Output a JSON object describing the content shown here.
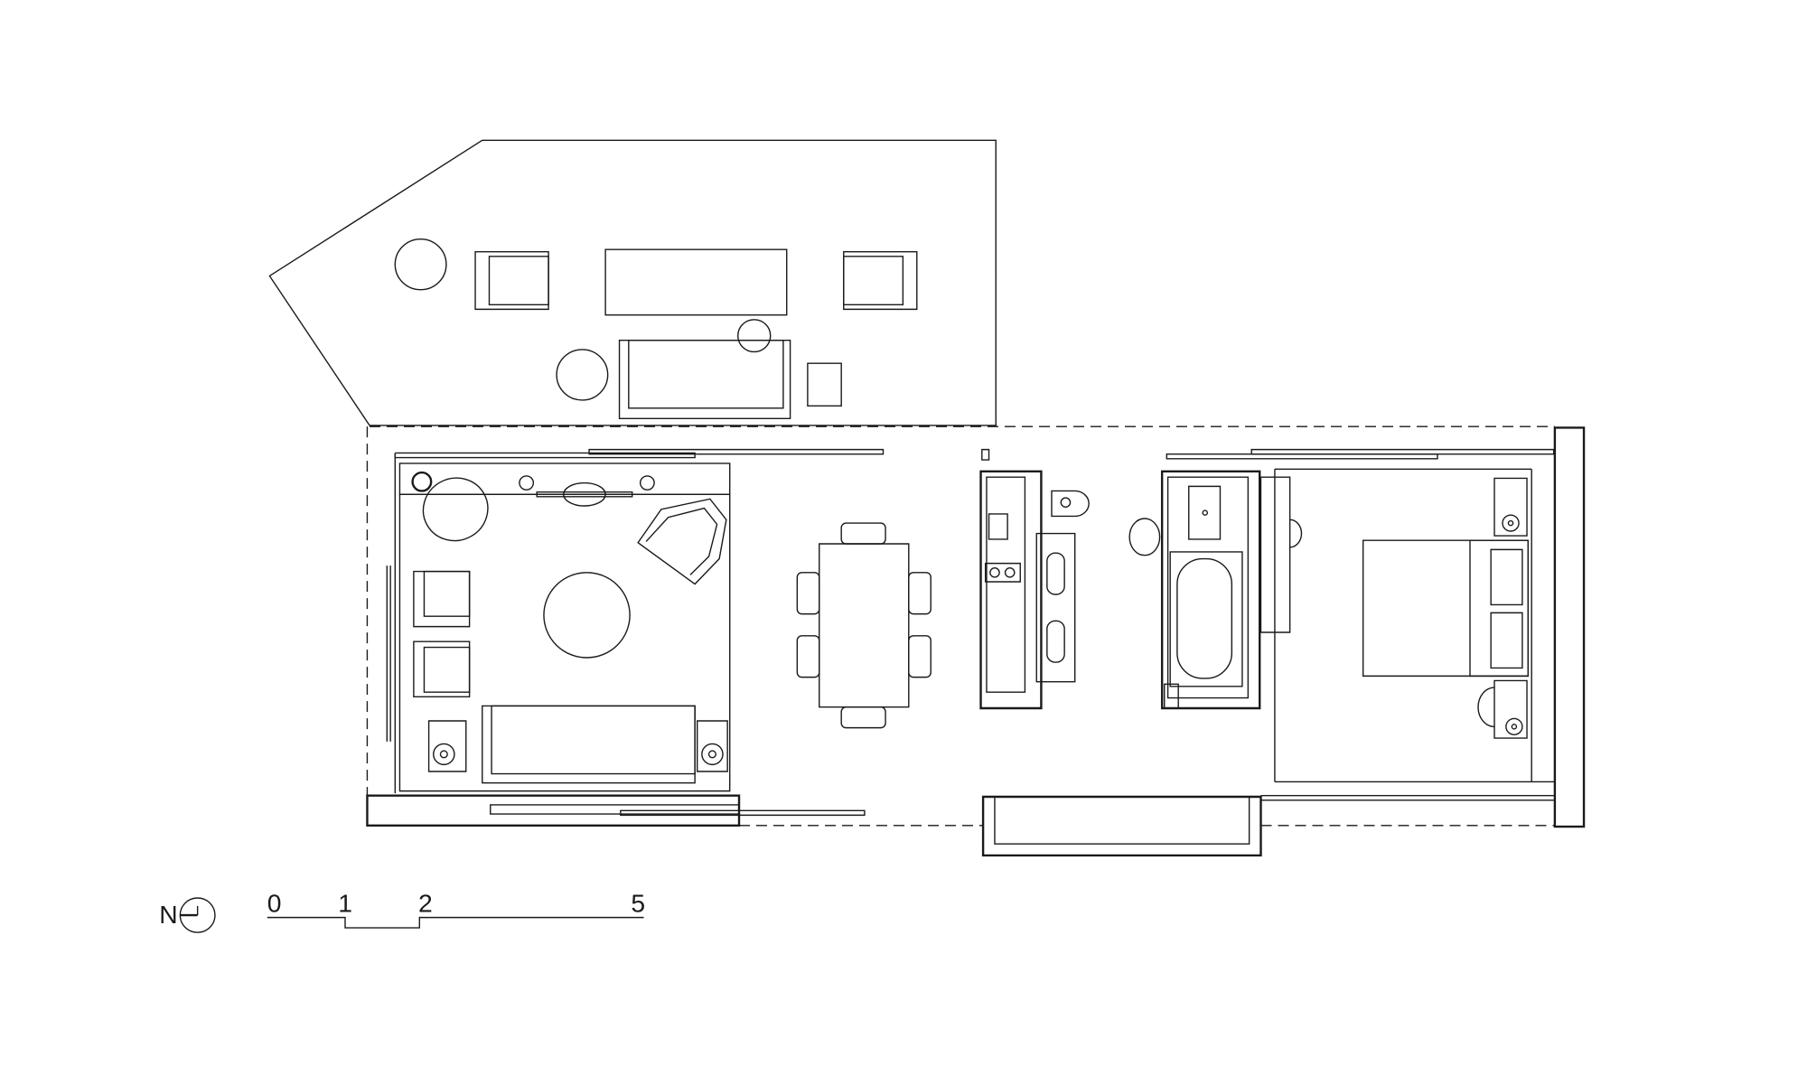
{
  "north_label": "N",
  "scale_bar": {
    "ticks": [
      "0",
      "1",
      "2",
      "5"
    ]
  },
  "colors": {
    "line": "#1a1a1a",
    "background": "#ffffff"
  }
}
